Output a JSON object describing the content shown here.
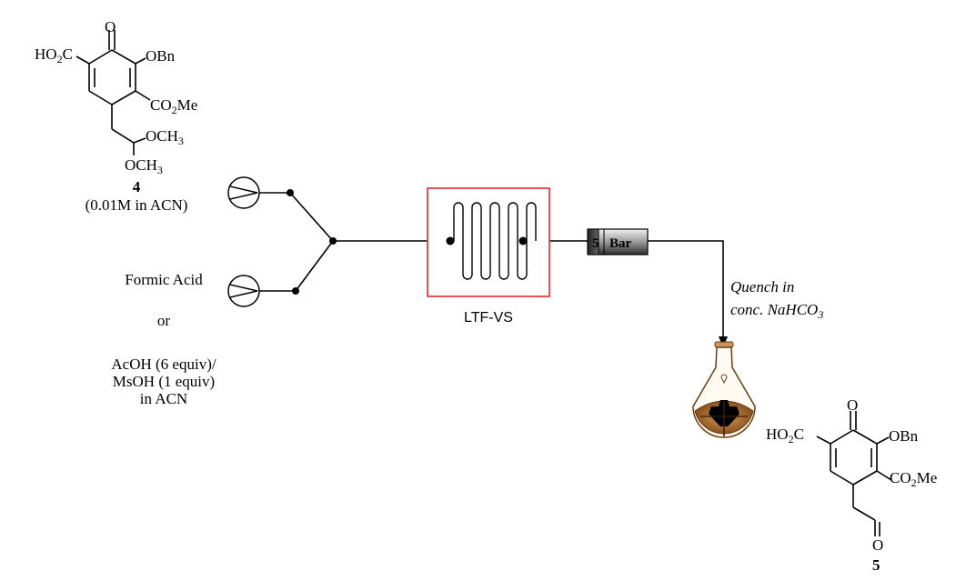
{
  "compound_4": {
    "atoms": {
      "ketone_o": "O",
      "acid_ho": "HO",
      "acid_2": "2",
      "acid_c": "C",
      "obn": "OBn",
      "ester_co": "CO",
      "ester_2": "2",
      "ester_me": "Me",
      "ome1_och": "OCH",
      "ome1_3": "3",
      "ome2_och": "OCH",
      "ome2_3": "3"
    },
    "number": "4",
    "conditions": "(0.01M in ACN)"
  },
  "reagent_b": {
    "line1": "Formic Acid",
    "line2": "or",
    "line3": "AcOH (6 equiv)/",
    "line4": "MsOH (1 equiv)",
    "line5": "in ACN"
  },
  "reactor": {
    "label": "LTF-VS"
  },
  "bpr": {
    "value": "5",
    "unit": "Bar"
  },
  "quench": {
    "line1": "Quench in",
    "line2_prefix": "conc. NaHCO",
    "line2_sub": "3"
  },
  "compound_5": {
    "atoms": {
      "ketone_o": "O",
      "acid_ho": "HO",
      "acid_2": "2",
      "acid_c": "C",
      "obn": "OBn",
      "ester_co": "CO",
      "ester_2": "2",
      "ester_me": "Me",
      "aldehyde_o": "O"
    },
    "number": "5"
  }
}
